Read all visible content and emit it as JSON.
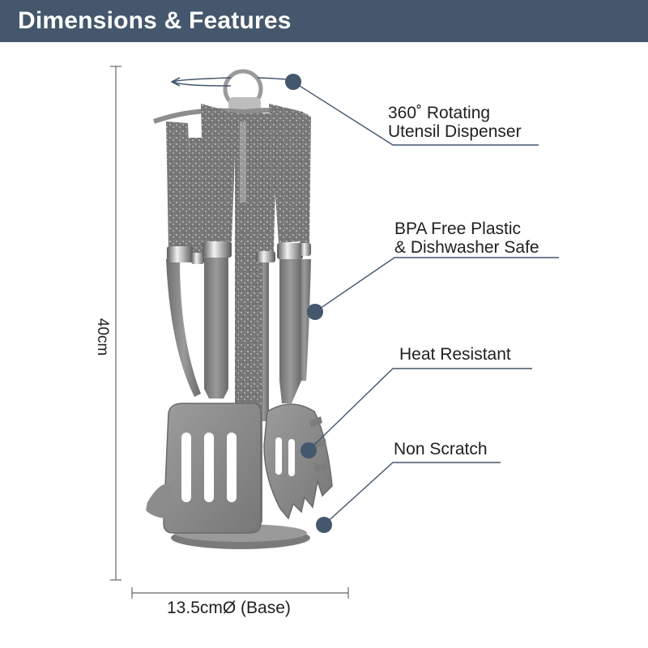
{
  "header": {
    "title": "Dimensions & Features"
  },
  "dimensions": {
    "height": "40cm",
    "base": "13.5cmØ (Base)"
  },
  "features": [
    {
      "line1": "360˚ Rotating",
      "line2": "Utensil Dispenser"
    },
    {
      "line1": "BPA Free Plastic",
      "line2": "& Dishwasher Safe"
    },
    {
      "line1": "Heat Resistant",
      "line2": ""
    },
    {
      "line1": "Non Scratch",
      "line2": ""
    }
  ],
  "colors": {
    "header_bg": "#44576c",
    "callout_dot": "#44576c",
    "utensil_grey": "#8a8a8a"
  },
  "icons": [
    "rotate-arrow-icon"
  ]
}
